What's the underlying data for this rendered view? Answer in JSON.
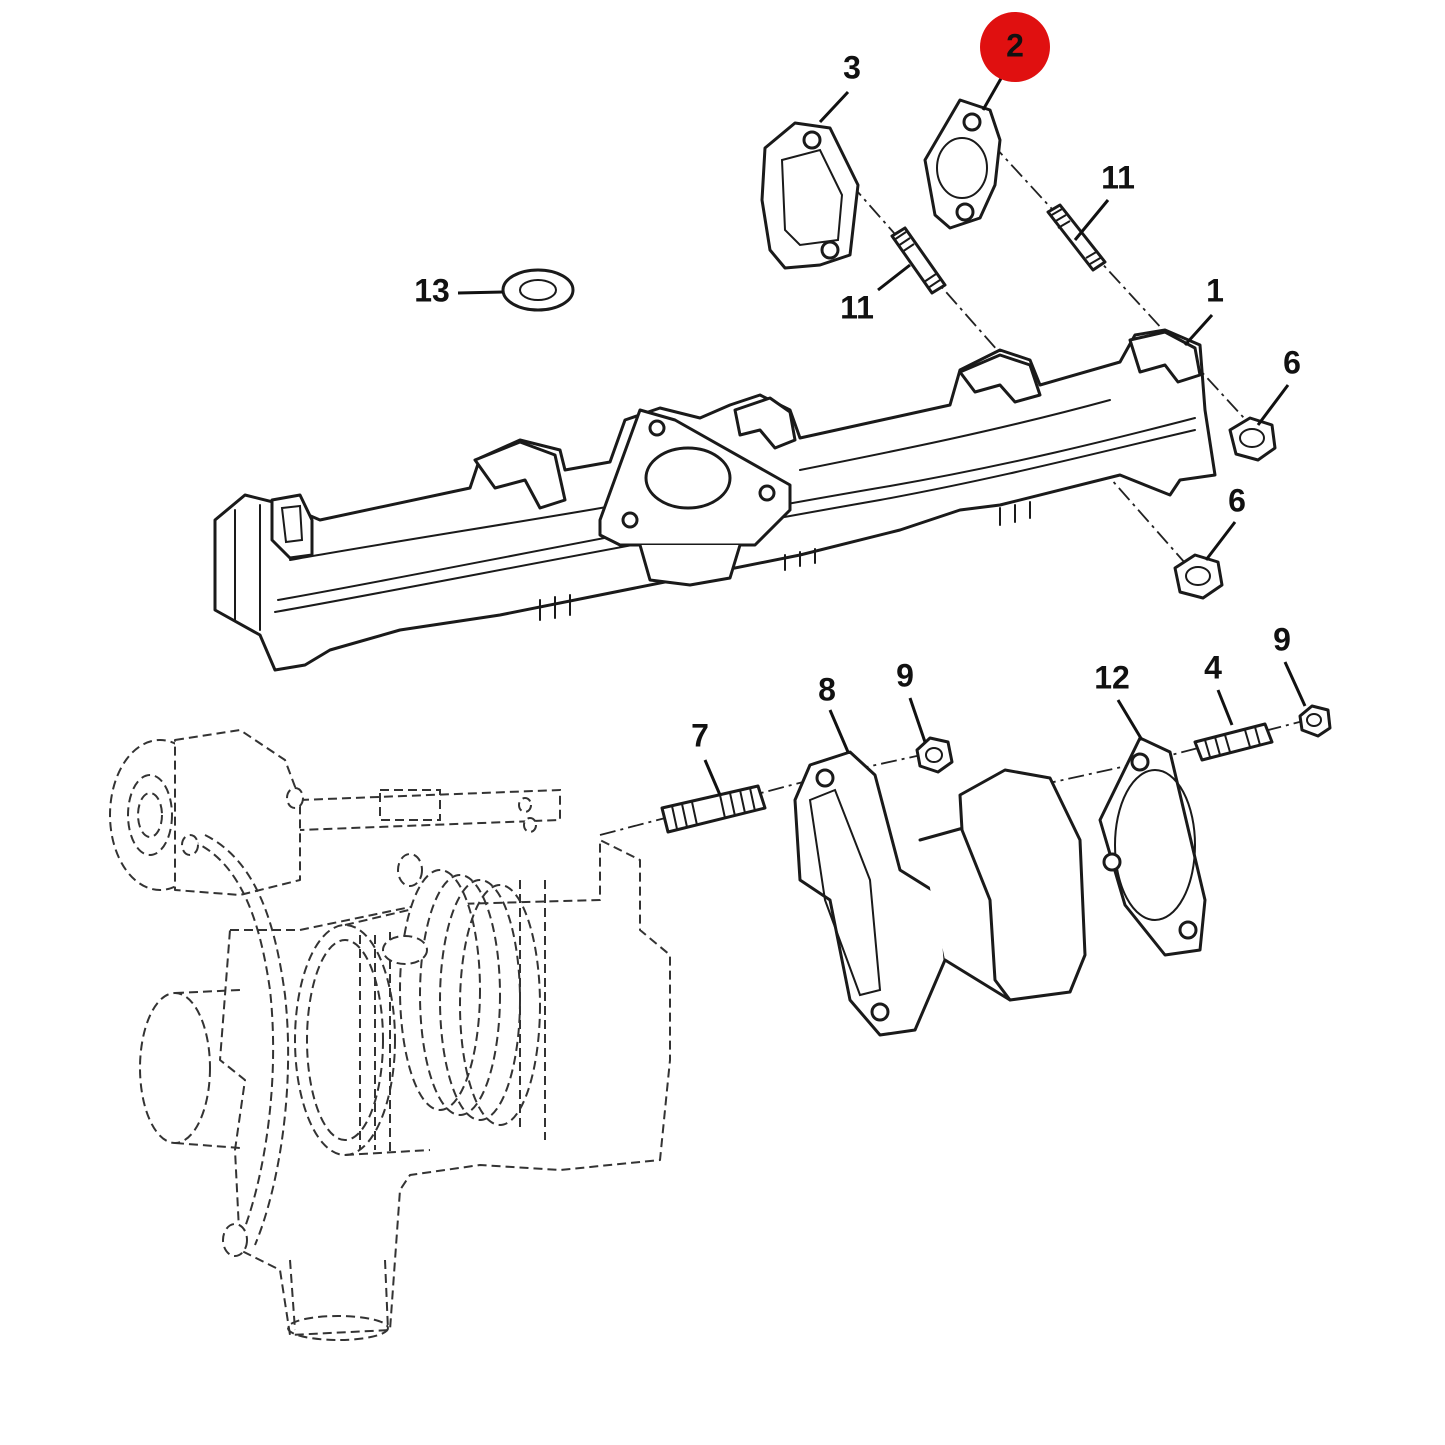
{
  "diagram": {
    "highlight_color": "#e01010",
    "line_color": "#1a1a1a",
    "callouts": {
      "c1": "1",
      "c2": "2",
      "c3": "3",
      "c4": "4",
      "c6a": "6",
      "c6b": "6",
      "c7": "7",
      "c8": "8",
      "c9a": "9",
      "c9b": "9",
      "c11a": "11",
      "c11b": "11",
      "c12": "12",
      "c13": "13"
    },
    "highlighted_callout": "2"
  }
}
